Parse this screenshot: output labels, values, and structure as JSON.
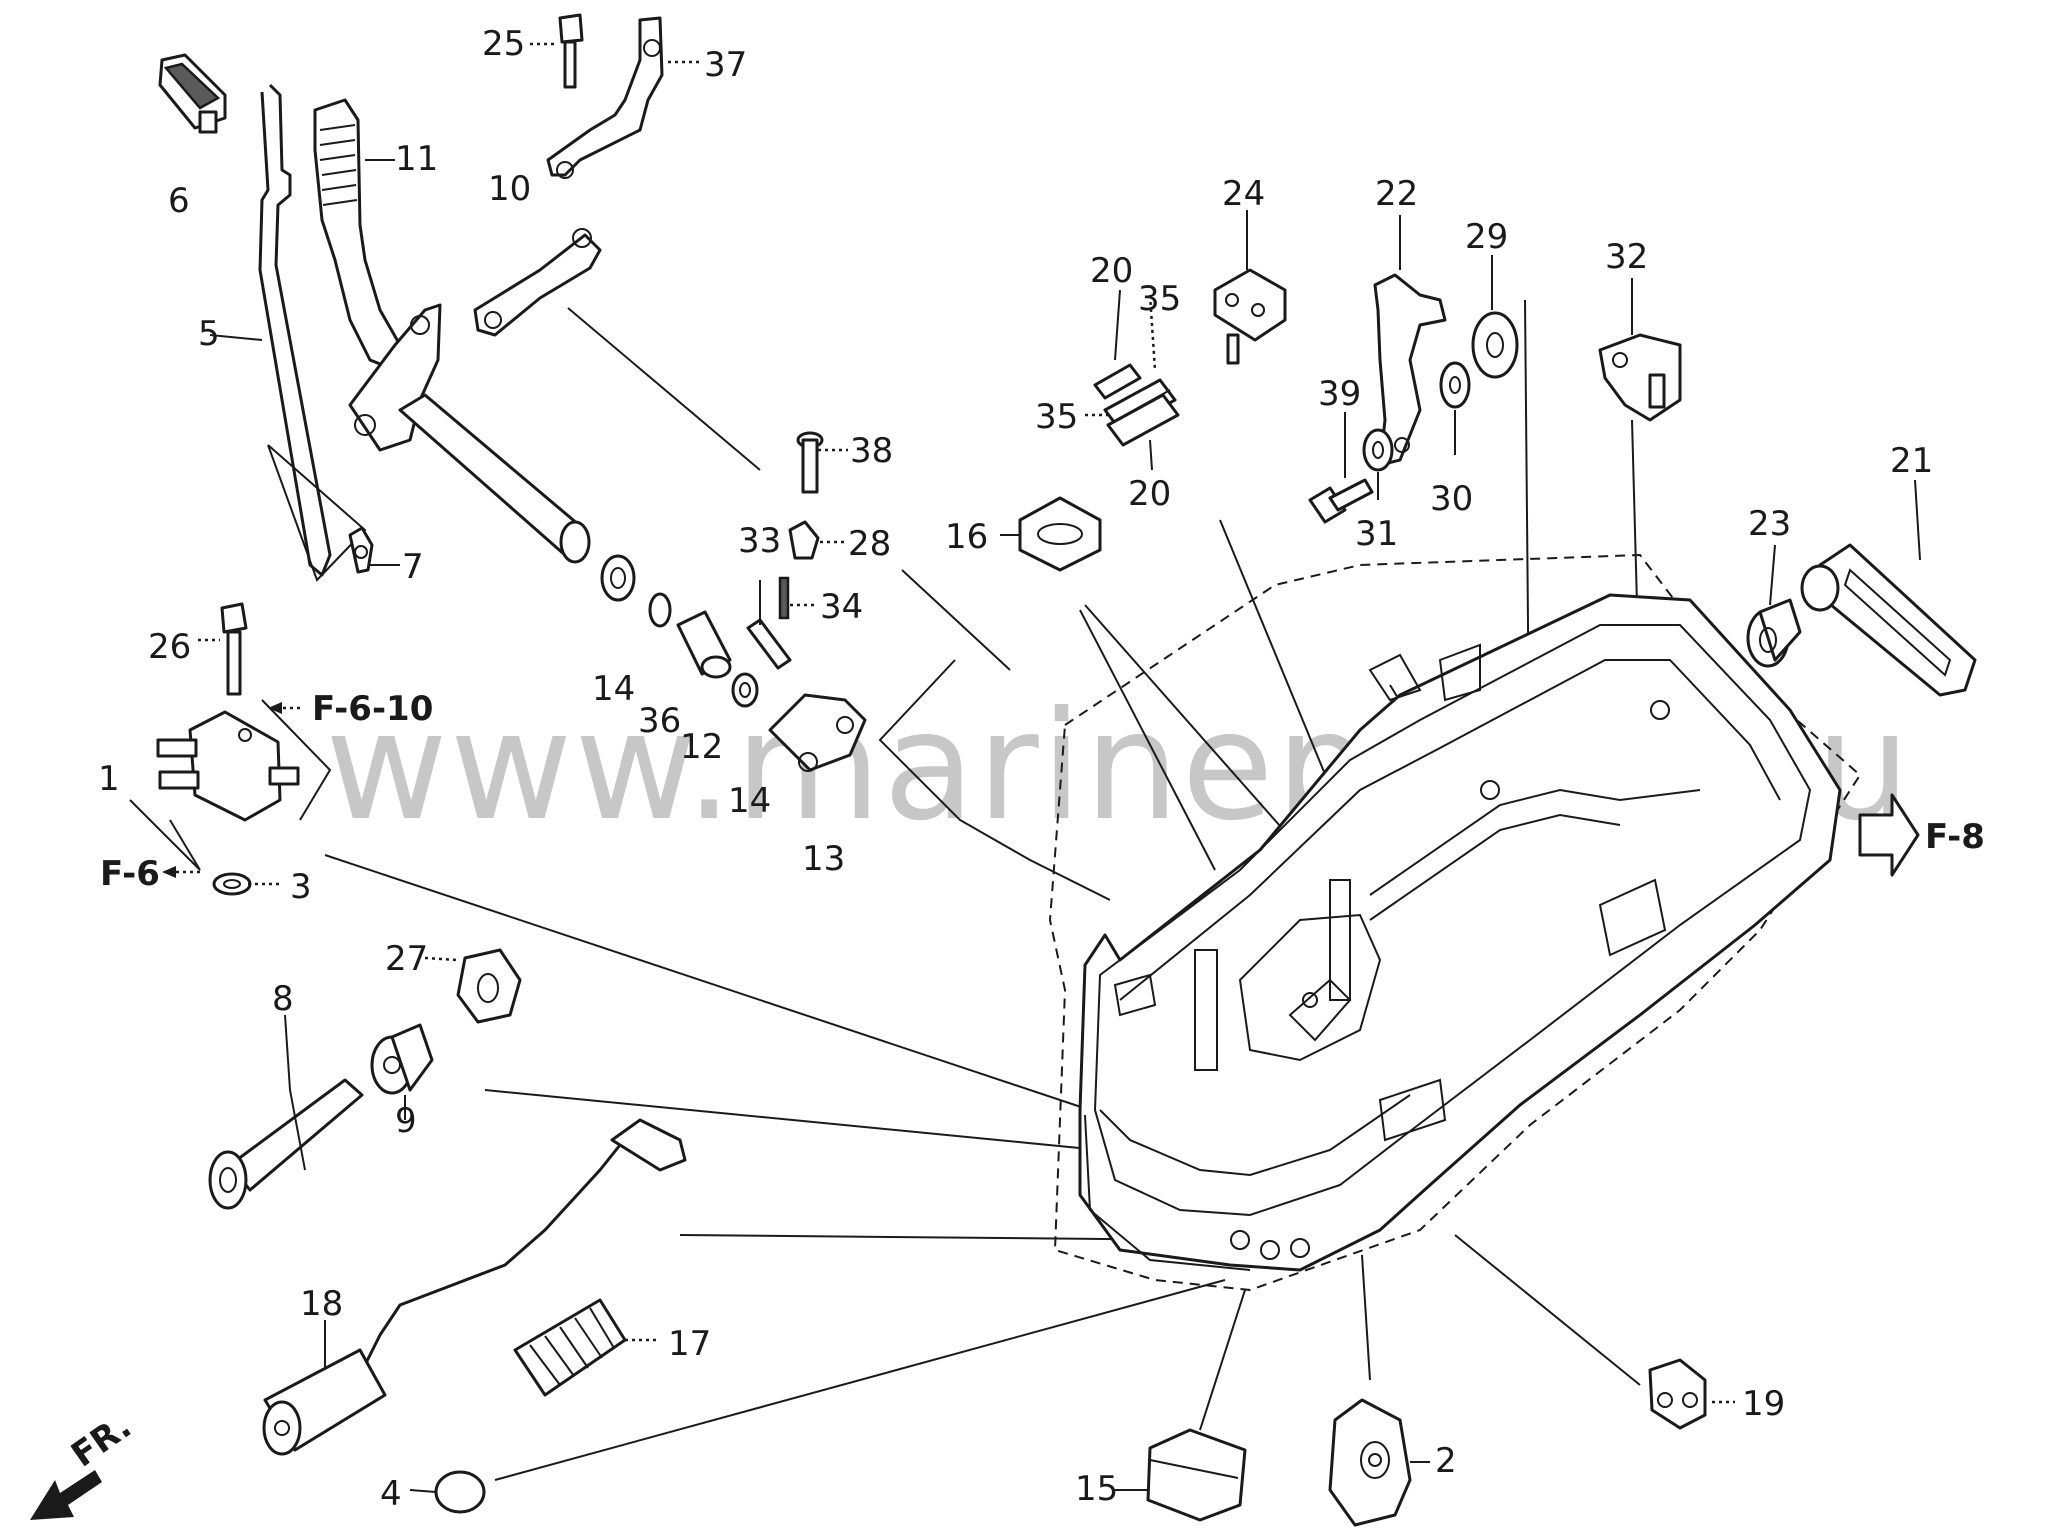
{
  "diagram": {
    "callouts": [
      {
        "id": "c6",
        "text": "6"
      },
      {
        "id": "c11",
        "text": "11"
      },
      {
        "id": "c5",
        "text": "5"
      },
      {
        "id": "c7",
        "text": "7"
      },
      {
        "id": "c25",
        "text": "25"
      },
      {
        "id": "c37",
        "text": "37"
      },
      {
        "id": "c10",
        "text": "10"
      },
      {
        "id": "c38",
        "text": "38"
      },
      {
        "id": "c33",
        "text": "33"
      },
      {
        "id": "c28",
        "text": "28"
      },
      {
        "id": "c34",
        "text": "34"
      },
      {
        "id": "c14a",
        "text": "14"
      },
      {
        "id": "c36",
        "text": "36"
      },
      {
        "id": "c12",
        "text": "12"
      },
      {
        "id": "c14b",
        "text": "14"
      },
      {
        "id": "c13",
        "text": "13"
      },
      {
        "id": "c26",
        "text": "26"
      },
      {
        "id": "c1",
        "text": "1"
      },
      {
        "id": "c3",
        "text": "3"
      },
      {
        "id": "c27",
        "text": "27"
      },
      {
        "id": "c8",
        "text": "8"
      },
      {
        "id": "c9",
        "text": "9"
      },
      {
        "id": "c18",
        "text": "18"
      },
      {
        "id": "c17",
        "text": "17"
      },
      {
        "id": "c4",
        "text": "4"
      },
      {
        "id": "c16",
        "text": "16"
      },
      {
        "id": "c20a",
        "text": "20"
      },
      {
        "id": "c35a",
        "text": "35"
      },
      {
        "id": "c35b",
        "text": "35"
      },
      {
        "id": "c20b",
        "text": "20"
      },
      {
        "id": "c24",
        "text": "24"
      },
      {
        "id": "c22",
        "text": "22"
      },
      {
        "id": "c29",
        "text": "29"
      },
      {
        "id": "c39",
        "text": "39"
      },
      {
        "id": "c30",
        "text": "30"
      },
      {
        "id": "c31",
        "text": "31"
      },
      {
        "id": "c32",
        "text": "32"
      },
      {
        "id": "c21",
        "text": "21"
      },
      {
        "id": "c23",
        "text": "23"
      },
      {
        "id": "c19",
        "text": "19"
      },
      {
        "id": "c15",
        "text": "15"
      },
      {
        "id": "c2",
        "text": "2"
      }
    ],
    "section_refs": {
      "f6_10": "F-6-10",
      "f6": "F-6",
      "f8": "F-8",
      "front": "FR."
    },
    "watermark": "www.marineparts.eu"
  }
}
